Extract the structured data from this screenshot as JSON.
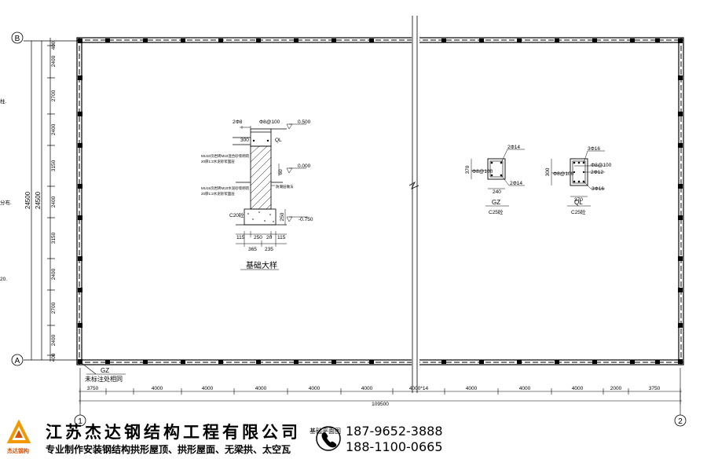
{
  "grid": {
    "top_axis": "B",
    "bottom_axis": "A",
    "left_axis": "1",
    "right_axis": "2"
  },
  "left_dims": [
    "2400",
    "2700",
    "2400",
    "3150",
    "2400",
    "3150",
    "2400",
    "2700",
    "2400"
  ],
  "left_total_outer": "24500",
  "left_total_inner": "24500",
  "left_edge_small": [
    "400",
    "400"
  ],
  "bottom_dims": [
    "3750",
    "4000",
    "4000",
    "4000",
    "4000",
    "4000",
    "4000*14",
    "4000",
    "4000",
    "4000",
    "2000",
    "3750"
  ],
  "bottom_total": "109500",
  "corner_label": "GZ",
  "corner_note": "未标注处相同",
  "plan_caption": "基础平面图",
  "foundation": {
    "title": "基础大样",
    "annot_top": "2Φ8",
    "annot_top2": "Φ8@100",
    "dim_300": "300",
    "ql": "QL",
    "elev_top": "0.500",
    "elev_mid": "0.000",
    "elev_bot": "-0.750",
    "wall_note1": "MU10页岩砖M10混合砂浆砌筑",
    "wall_note1b": "20厚1:2水泥砂浆面层",
    "wall_note2": "MU15页岩砖M10水泥砂浆砌筑",
    "wall_note2b": "20厚1:2水泥砂浆面层",
    "dim_60": "60",
    "waterproof": "防潮层做法",
    "c20": "C20砼",
    "dim_250v": "250",
    "bottom_dims1": [
      "115",
      "250",
      "20",
      "115"
    ],
    "bottom_dims2": [
      "365",
      "235"
    ]
  },
  "gz": {
    "name": "GZ",
    "concrete": "C25砼",
    "rebar_top": "2Φ14",
    "rebar_bot": "2Φ14",
    "stirrup": "Φ8@100",
    "dim_h": "370",
    "dim_w": "240"
  },
  "ql": {
    "name": "QL",
    "concrete": "C25砼",
    "rebar_top": "3Φ16",
    "rebar_mid": "2Φ12",
    "rebar_bot": "3Φ16",
    "stirrup1": "Φ8@100",
    "stirrup2": "Φ8@100",
    "dim_h": "300",
    "dim_w": "370"
  },
  "left_margin_fragments": [
    "柱.",
    "分布.",
    "20."
  ],
  "brand": {
    "company": "江苏杰达钢结构工程有限公司",
    "tagline": "专业制作安装钢结构拱形屋顶、拱形屋面、无梁拱、太空瓦",
    "phone1": "187-9652-3888",
    "phone2": "188-1100-0665",
    "logo_text": "杰达钢构",
    "phone_icon": "phone-icon"
  },
  "colors": {
    "logo_orange": "#f39800",
    "logo_red": "#d94f00",
    "line": "#000000"
  }
}
